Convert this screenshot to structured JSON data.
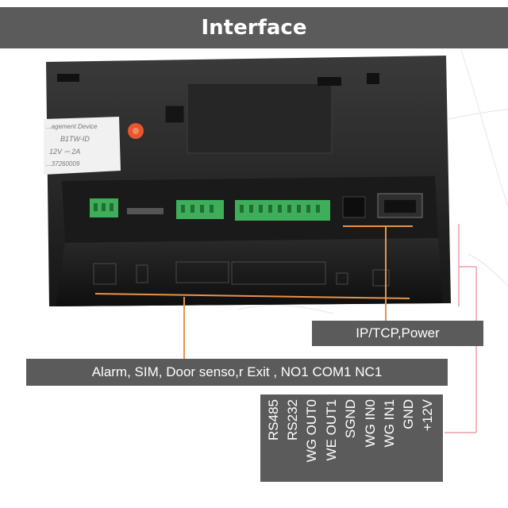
{
  "header": {
    "title": "Interface"
  },
  "device": {
    "sticker_lines": [
      "...agement Device",
      "B1TW-ID",
      "12V ⎓ 2A",
      "...37260009"
    ]
  },
  "labels": {
    "ip_power": "IP/TCP,Power",
    "alarm_row": "Alarm, SIM, Door senso,r Exit , NO1 COM1 NC1"
  },
  "wiring": {
    "pins": [
      "RS485",
      "RS232",
      "WG OUT0",
      "WE OUT1",
      "SGND",
      "WG IN0",
      "WG IN1",
      "GND",
      "+12V"
    ]
  },
  "colors": {
    "banner": "#5b5b5b",
    "leader_orange": "#e8924a",
    "leader_pink": "#f0b4c0",
    "device_body": "#1e1e1e",
    "terminal_green": "#3fae5a"
  }
}
